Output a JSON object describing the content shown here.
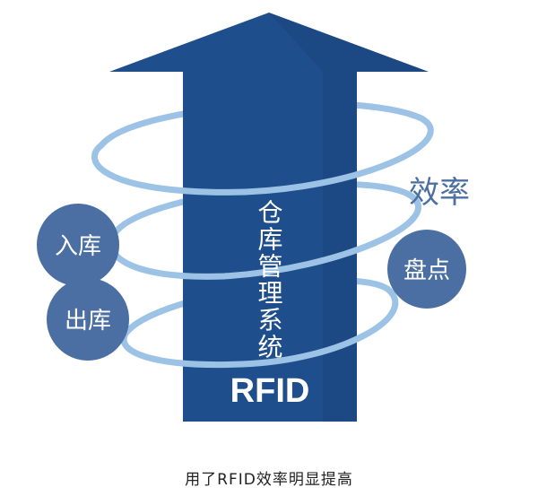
{
  "diagram": {
    "arrow_label_vertical": "仓库管理系统",
    "arrow_label_bottom": "RFID",
    "word_efficiency": "效率",
    "badges": [
      {
        "id": "inbound",
        "label": "入库"
      },
      {
        "id": "outbound",
        "label": "出库"
      },
      {
        "id": "inventory",
        "label": "盘点"
      }
    ],
    "caption": "用了RFID效率明显提高"
  },
  "colors": {
    "arrow": "#1f4e8c",
    "arrow_dark": "#173f74",
    "ring": "#9cc3e6",
    "ring_light": "#c6ddf2",
    "badge": "#4b6fa3",
    "text_light": "#ffffff",
    "efficiency_text": "#4b6fa3"
  }
}
